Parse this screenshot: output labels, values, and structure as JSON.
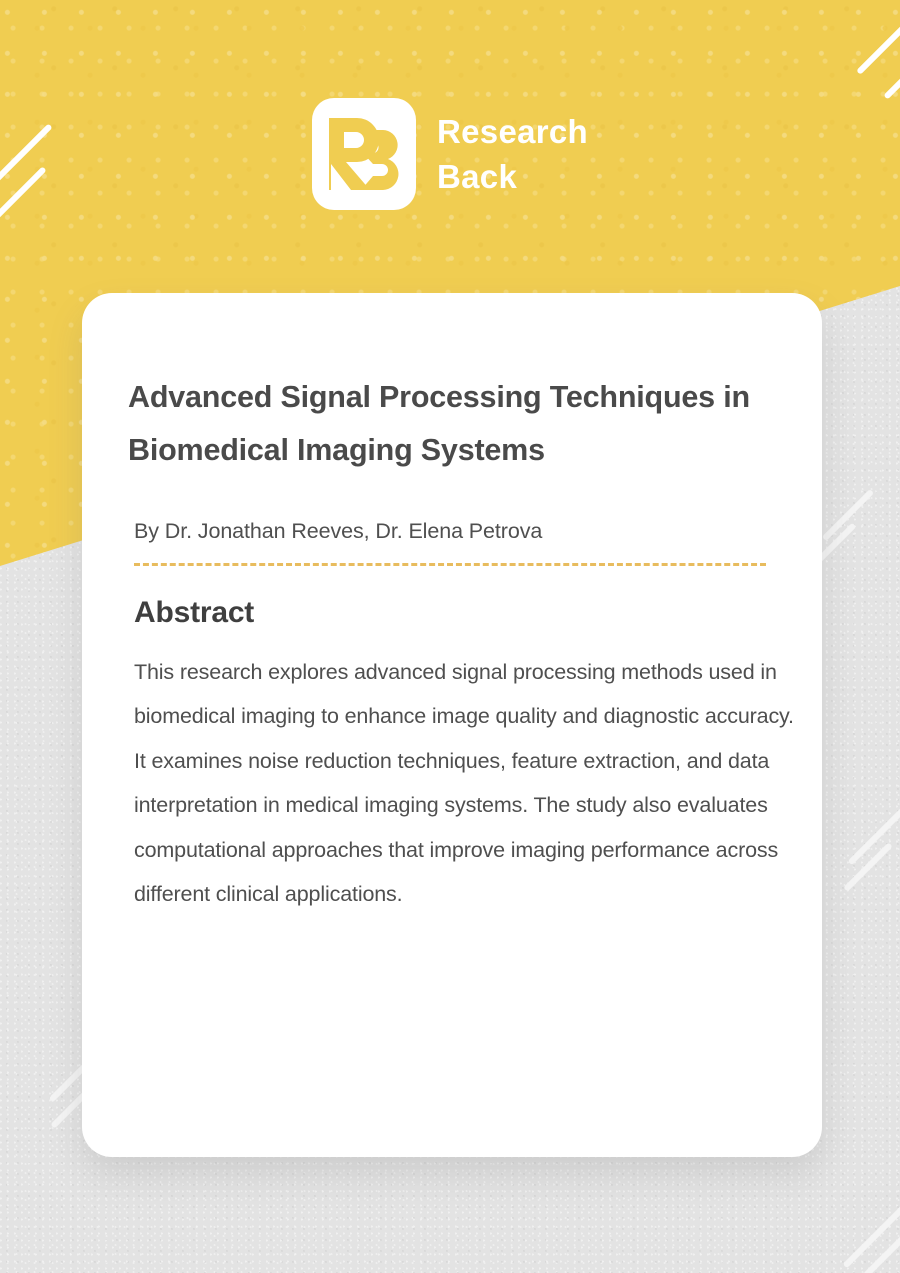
{
  "brand": {
    "logo_icon": "rb-monogram-icon",
    "logo_letters": "RB",
    "name_line1": "Research",
    "name_line2": "Back",
    "yellow": "#f0cd51",
    "white": "#ffffff"
  },
  "paper": {
    "title": "Advanced Signal Processing Techniques in Biomedical Imaging Systems",
    "byline": "By Dr. Jonathan Reeves, Dr. Elena Petrova",
    "divider_color": "#e8bc5e",
    "abstract_heading": "Abstract",
    "abstract_body": "This research explores advanced signal processing methods used in biomedical imaging to enhance image quality and diagnostic accuracy. It examines noise reduction techniques, feature extraction, and data interpretation in medical imaging systems. The study also evaluates computational approaches that improve imaging performance across different clinical applications."
  },
  "theme": {
    "background": "#e3e3e3",
    "card_background": "#ffffff",
    "text_color": "#4f4f4f",
    "heading_color": "#3f3f3f"
  }
}
